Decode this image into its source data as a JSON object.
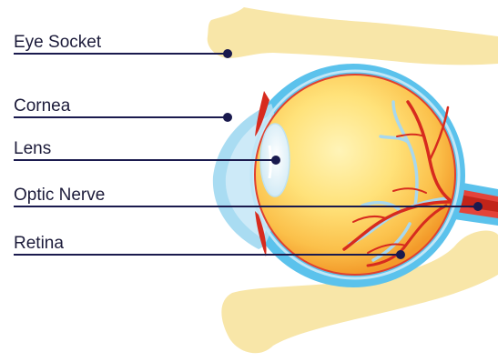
{
  "labels": {
    "eye_socket": "Eye Socket",
    "cornea": "Cornea",
    "lens": "Lens",
    "optic_nerve": "Optic Nerve",
    "retina": "Retina"
  },
  "colors": {
    "bone": "#f8e6a8",
    "sclera_outer": "#5bc2ec",
    "sclera_inner": "#bfe6f7",
    "eyeball_center": "#ffeca0",
    "eyeball_edge": "#f5a623",
    "vessel_red": "#d72b1e",
    "vessel_blue": "#a8d8ee",
    "leader": "#1a1a4e"
  }
}
